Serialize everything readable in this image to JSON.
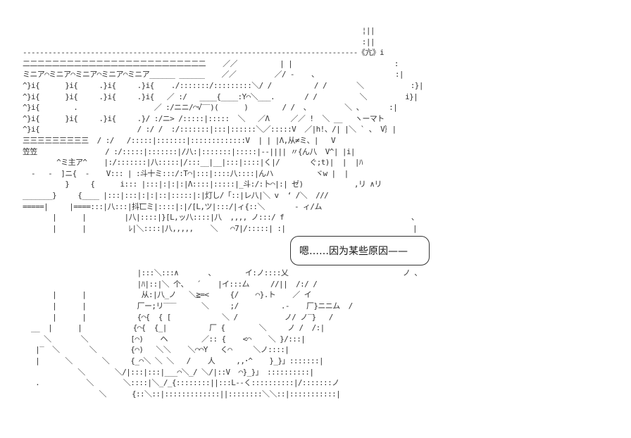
{
  "art_lines": [
    "                                                                                ¦||",
    "                                                                                :||",
    "-------------------------------------------------------------------------------《亢》i",
    "二二二二二二二二二二二二二二二二二二二二二二二二二    ／／          | |                        :",
    "ミニア⌒ミニア⌒ミニア⌒ミニア⌒ミニア______ ______    ／／         ／/ -    、                  :|",
    "^}i{      }i{     .}i{     .}i{    ./:::::::/:::::::::＼/ /          / /       ＼           :}|",
    "^}i{      }i{     .}i{     .}i{   ／ :/   ____{____:Y⌒＼___.       / /          ＼         i}|",
    "^}i{        .                  ／ :/ニニ/⌒√‾‾)(      )        / /  、        ＼ 、      :|",
    "^}i{      }i{     .}i{     .}/ :/ニ> /:::::|:::::  ＼   ／Λ     ／／ !  ＼ __   ヽーマト",
    "^}i{                       / :/ /  :/:::::::|:::|::::::＼／:::::V  ／|h!、/| |＼ ` 、 V｝|",
    "三三三三三三三三三  / :/   /:::::|:::::::|:::::::::::::V  | | |Λ,从≠ミ、|   V",
    "笠笠                / :/:::::|:::::::|/八:|:::::::|:::::|--|||| 〃{ん八  V^| |i|",
    "        ^ミ主ア^    |:/:::::::|八:::::|/:::__|__|:::|::::|く|/       ぐ;t)|  |  |ﾊ",
    "  -   -  ]ニ{  -    V::: | :斗十ミ:::/:T⌒|:::|::::八::::|んハ          ヾw |  |",
    "          }     {      i::: |:::|:|:|:|Λ::::|:::::|_斗:/:卜⌒|:| ゼ)            ,リ ∧リ",
    "_______}     {____ |:::|:::|:|:|::|:::::|:|灯し/「::|レ八|＼ v  ‘ /＼  ///",
    "=====|     |====:::|八:::|抖匸ミ|::::|:|/[L,ツ|:::/|ィ{::＼       ‐ ィ/ム",
    "       |      |         |八|::::|}[L,ッ八::::|八  ,,,, ノ:::/ f                              、",
    "       |      |          ﾚ|＼::::|八,,,,,    ＼   ⌒7|/:::::| :|                              |",
    "                           |:::＼:::∧       、       イ:ノ::::乂                           ノ 、",
    "                           |ﾊ|::|＼ 个、  ´    |イ:::厶     //||  /:/ /",
    "       |      |             从:|八_ノ   ＼≧=<     {/    ⌒}.ト    ／ イ",
    "       |      |            厂ー;リ‾‾‾      ＼     ;/          .-    厂}ニニム  /",
    "       |      |            {⌒{  { [            ＼ /           ノ/ ノ‾}   /",
    "  __  |      |            {⌒{  {_|          厂 {        ＼     ノ /  /:|",
    "     ＼       ＼          [⌒)    ヘ        ／:: {    <⌒    ＼ }/:::|",
    "   |‾  ＼       ＼        {⌒)   ＼＼    ＼⌒⌒Y   く⌒     ＼ノ::::|",
    "   |      ＼       ＼     {_⌒＼ ＼ ＼   /    人     ,,･^    }_}」:::::::|",
    "             ＼       ＼/|:::|:::|___⌒＼_/ ＼/|::V  ⌒}_}」 ::::::::::|",
    "   .           ＼       ＼::::|＼_/_{::::::::||:::L‐‐く::::::::::|/:::::::ノ",
    "                  ＼      {::＼::|:::::::::::::||::::::::＼＼::|:::::::::::|"
  ],
  "speech_bubble": "嗯……因为某些原因——"
}
